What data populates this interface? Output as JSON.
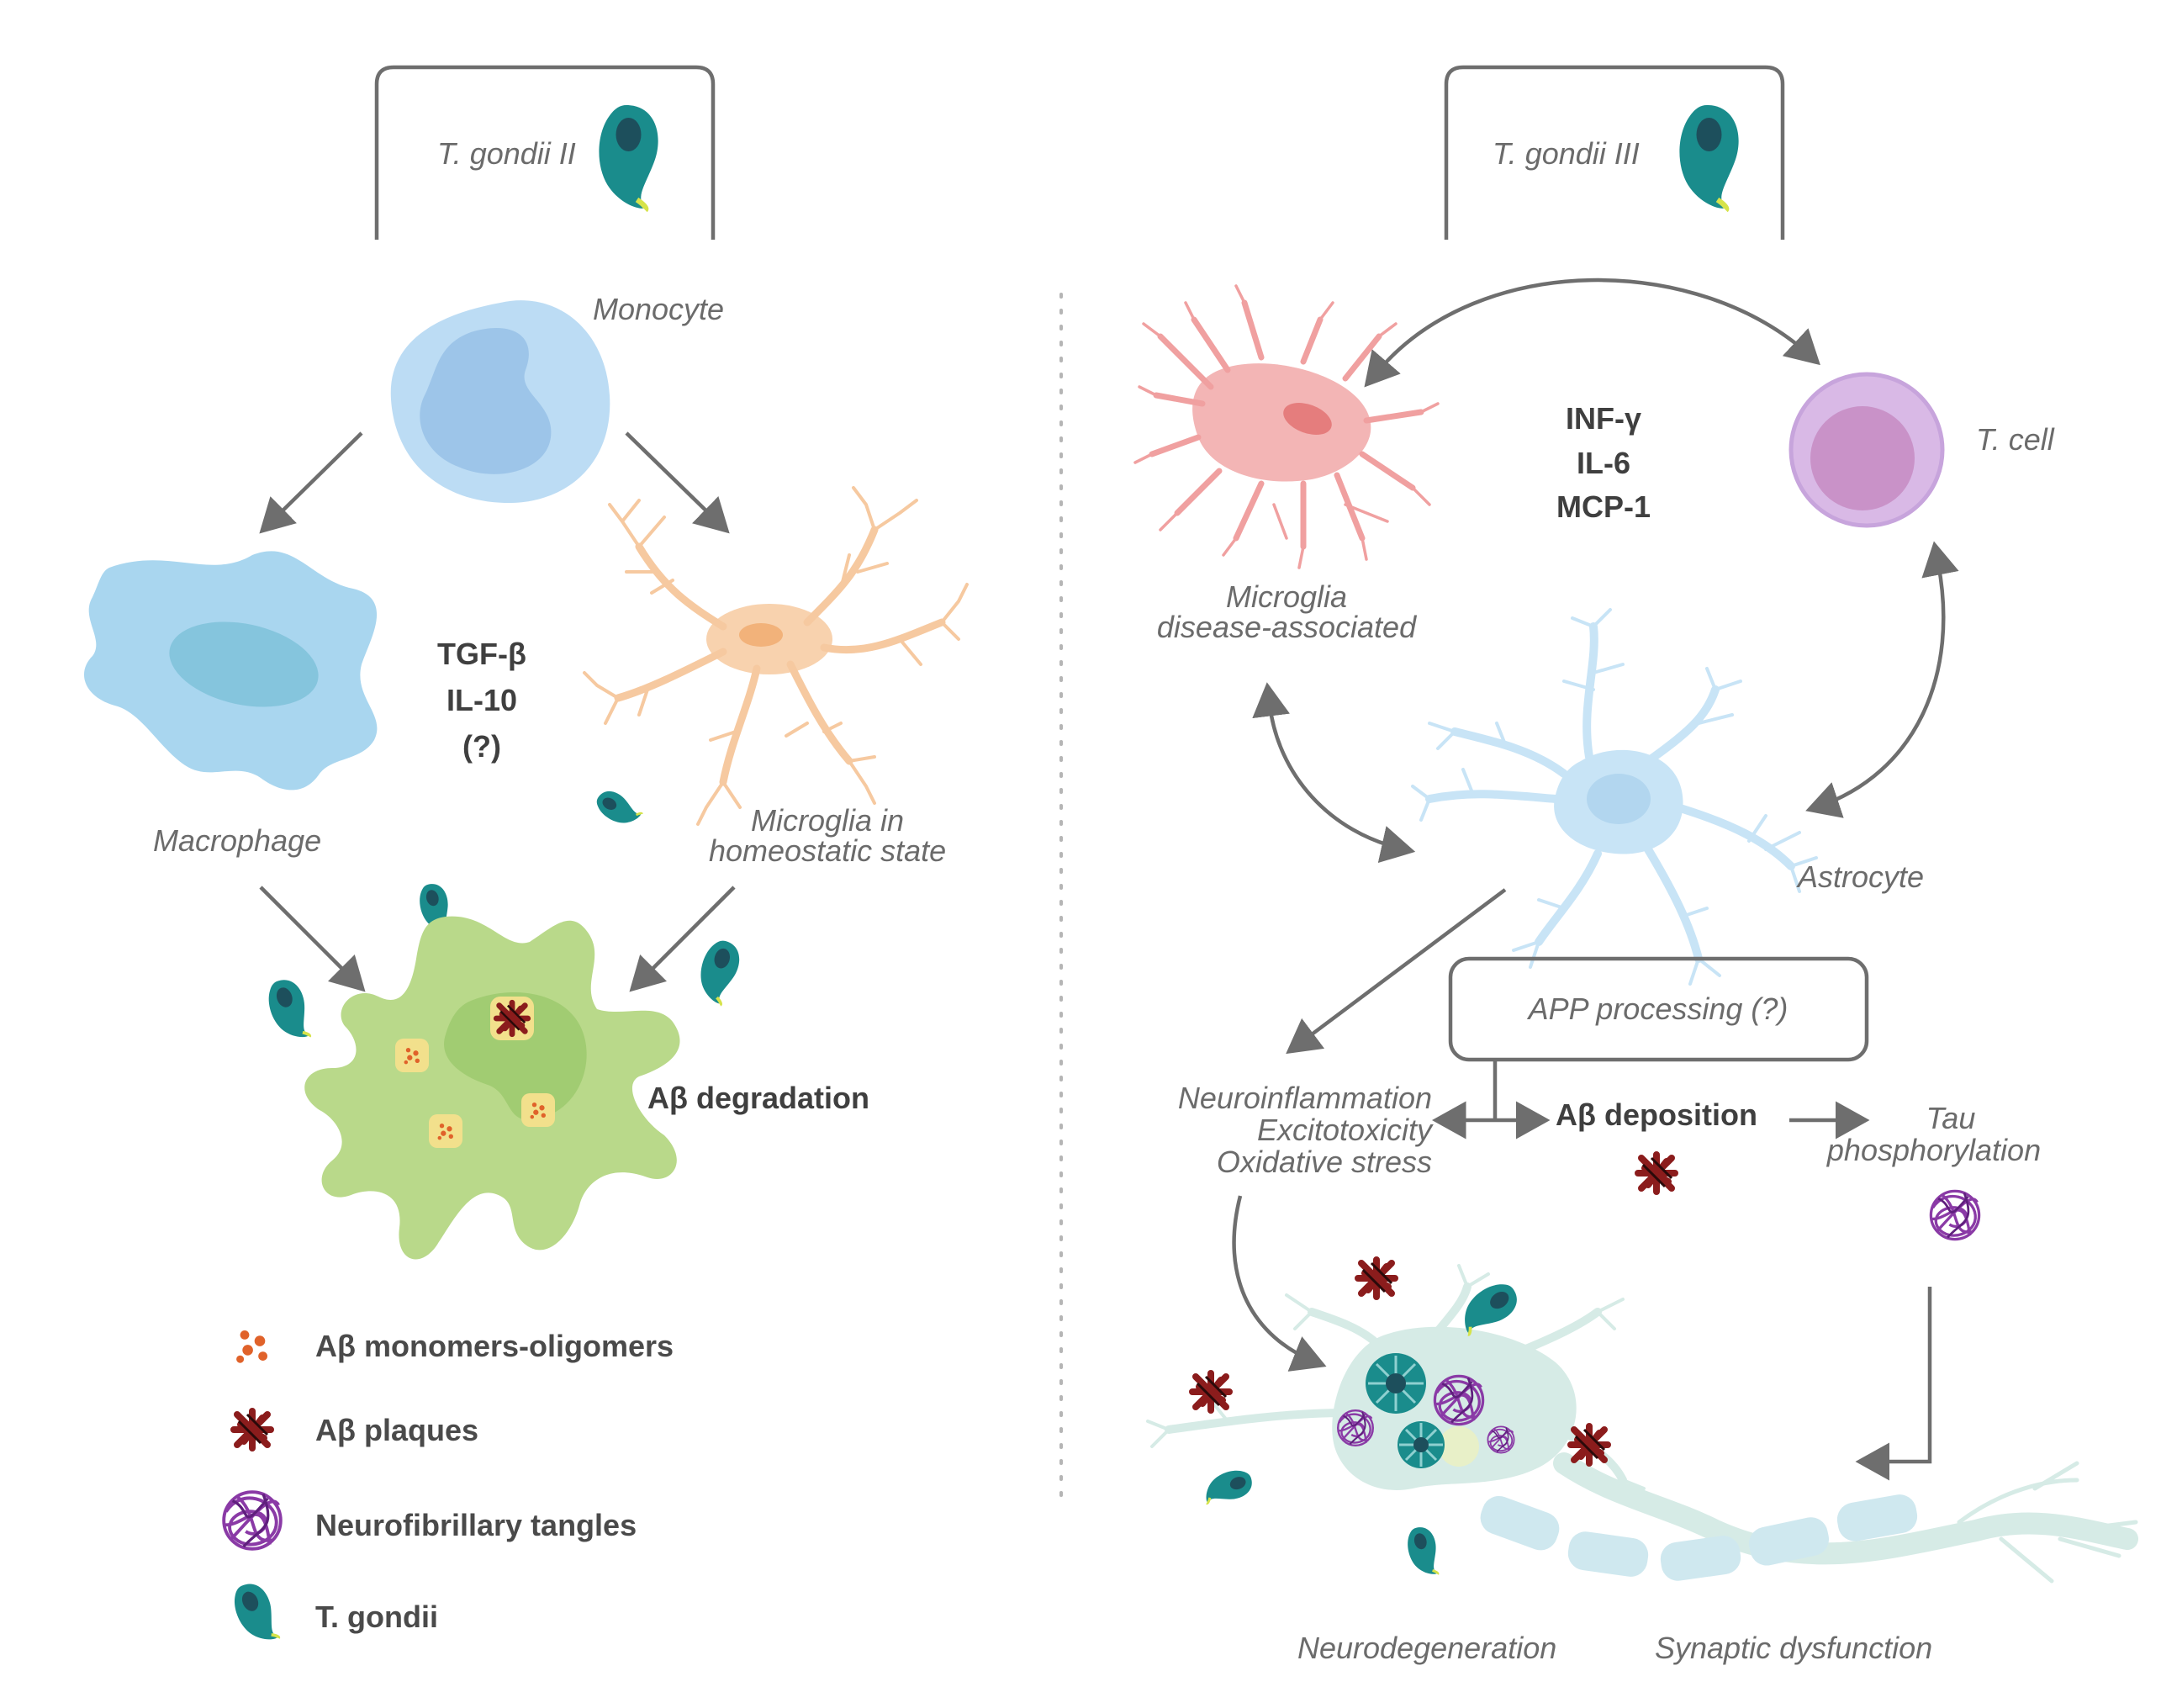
{
  "left": {
    "strain_label": "T. gondii II",
    "monocyte": "Monocyte",
    "macrophage": "Macrophage",
    "microglia_home_l1": "Microglia in",
    "microglia_home_l2": "homeostatic state",
    "cytokines": [
      "TGF-β",
      "IL-10",
      "(?)"
    ],
    "degradation": "Aβ  degradation"
  },
  "right": {
    "strain_label": "T. gondii III",
    "microglia_dis_l1": "Microglia",
    "microglia_dis_l2": "disease-associated",
    "tcell": "T. cell",
    "cytokines": [
      "INF-γ",
      "IL-6",
      "MCP-1"
    ],
    "astrocyte": "Astrocyte",
    "app": "APP processing (?)",
    "neuroinflammation": [
      "Neuroinflammation",
      "Excitotoxicity",
      "Oxidative stress"
    ],
    "deposition": "Aβ  deposition",
    "tau_l1": "Tau",
    "tau_l2": "phosphorylation",
    "neurodegeneration": "Neurodegeneration",
    "synaptic": "Synaptic dysfunction"
  },
  "legend": [
    {
      "icon": "amyloid-oligomer-icon",
      "label": "Aβ  monomers-oligomers"
    },
    {
      "icon": "amyloid-plaque-icon",
      "label": "Aβ  plaques"
    },
    {
      "icon": "tangle-icon",
      "label": "Neurofibrillary tangles"
    },
    {
      "icon": "t-gondii-icon",
      "label": "T. gondii"
    }
  ],
  "colors": {
    "parasite": "#1a8c8c",
    "monocyte": "#bcdcf4",
    "macrophage": "#a9d6ef",
    "microglia_homeostatic": "#f6c9a0",
    "microglia_disease": "#f0a0a0",
    "tcell": "#d9b9e6",
    "astrocyte": "#c8e4f6",
    "degrading_microglia": "#b9d98a",
    "neuron": "#d6ebe6",
    "plaque": "#8b1c1c",
    "tangle": "#8a3aa6",
    "oligomer": "#e0622a"
  }
}
